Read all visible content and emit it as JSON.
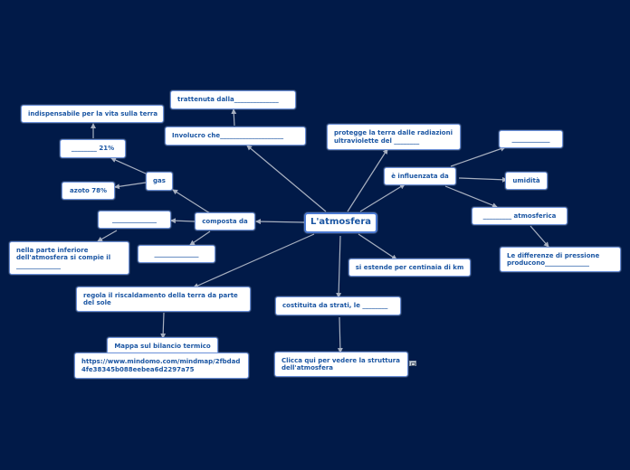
{
  "root": "L'atmosfera",
  "nodes": {
    "composta_da": "composta da",
    "gas": "gas",
    "n21": "________ 21%",
    "indispensabile": "indispensabile per la vita sulla terra",
    "azoto": "azoto 78%",
    "blank_left": "______________",
    "parte_inferiore": "nella parte inferiore dell'atmosfera si compie il ______________",
    "blank_lower": "______________",
    "involucro": "Involucro che____________________",
    "trattenuta": "trattenuta dalla______________",
    "protegge": "protegge la terra dalle radiazioni ultraviolette del ________",
    "influenzata": "è influenzata da",
    "blank_right": "____________",
    "umidita": "umidità",
    "atmosferica": "_________ atmosferica",
    "pressione": "Le differenze di pressione producono______________",
    "estende": "si estende per centinaia di km",
    "strati": "costituita da strati, le ________",
    "clicca": "Clicca qui per vedere la struttura dell'atmosfera",
    "riscaldamento": "regola il riscaldamento della terra da parte del sole",
    "bilancio": "Mappa sul bilancio termico",
    "url": "https://www.mindomo.com/mindmap/2fbdad4fe38345b088eebea6d2297a75"
  },
  "colors": {
    "background": "#011a48",
    "node_fill": "#ffffff",
    "node_border": "#6a8fd8",
    "node_text": "#1b56a3",
    "connector": "#a8b0c0"
  },
  "icons": {
    "link": "hyperlink-icon"
  }
}
